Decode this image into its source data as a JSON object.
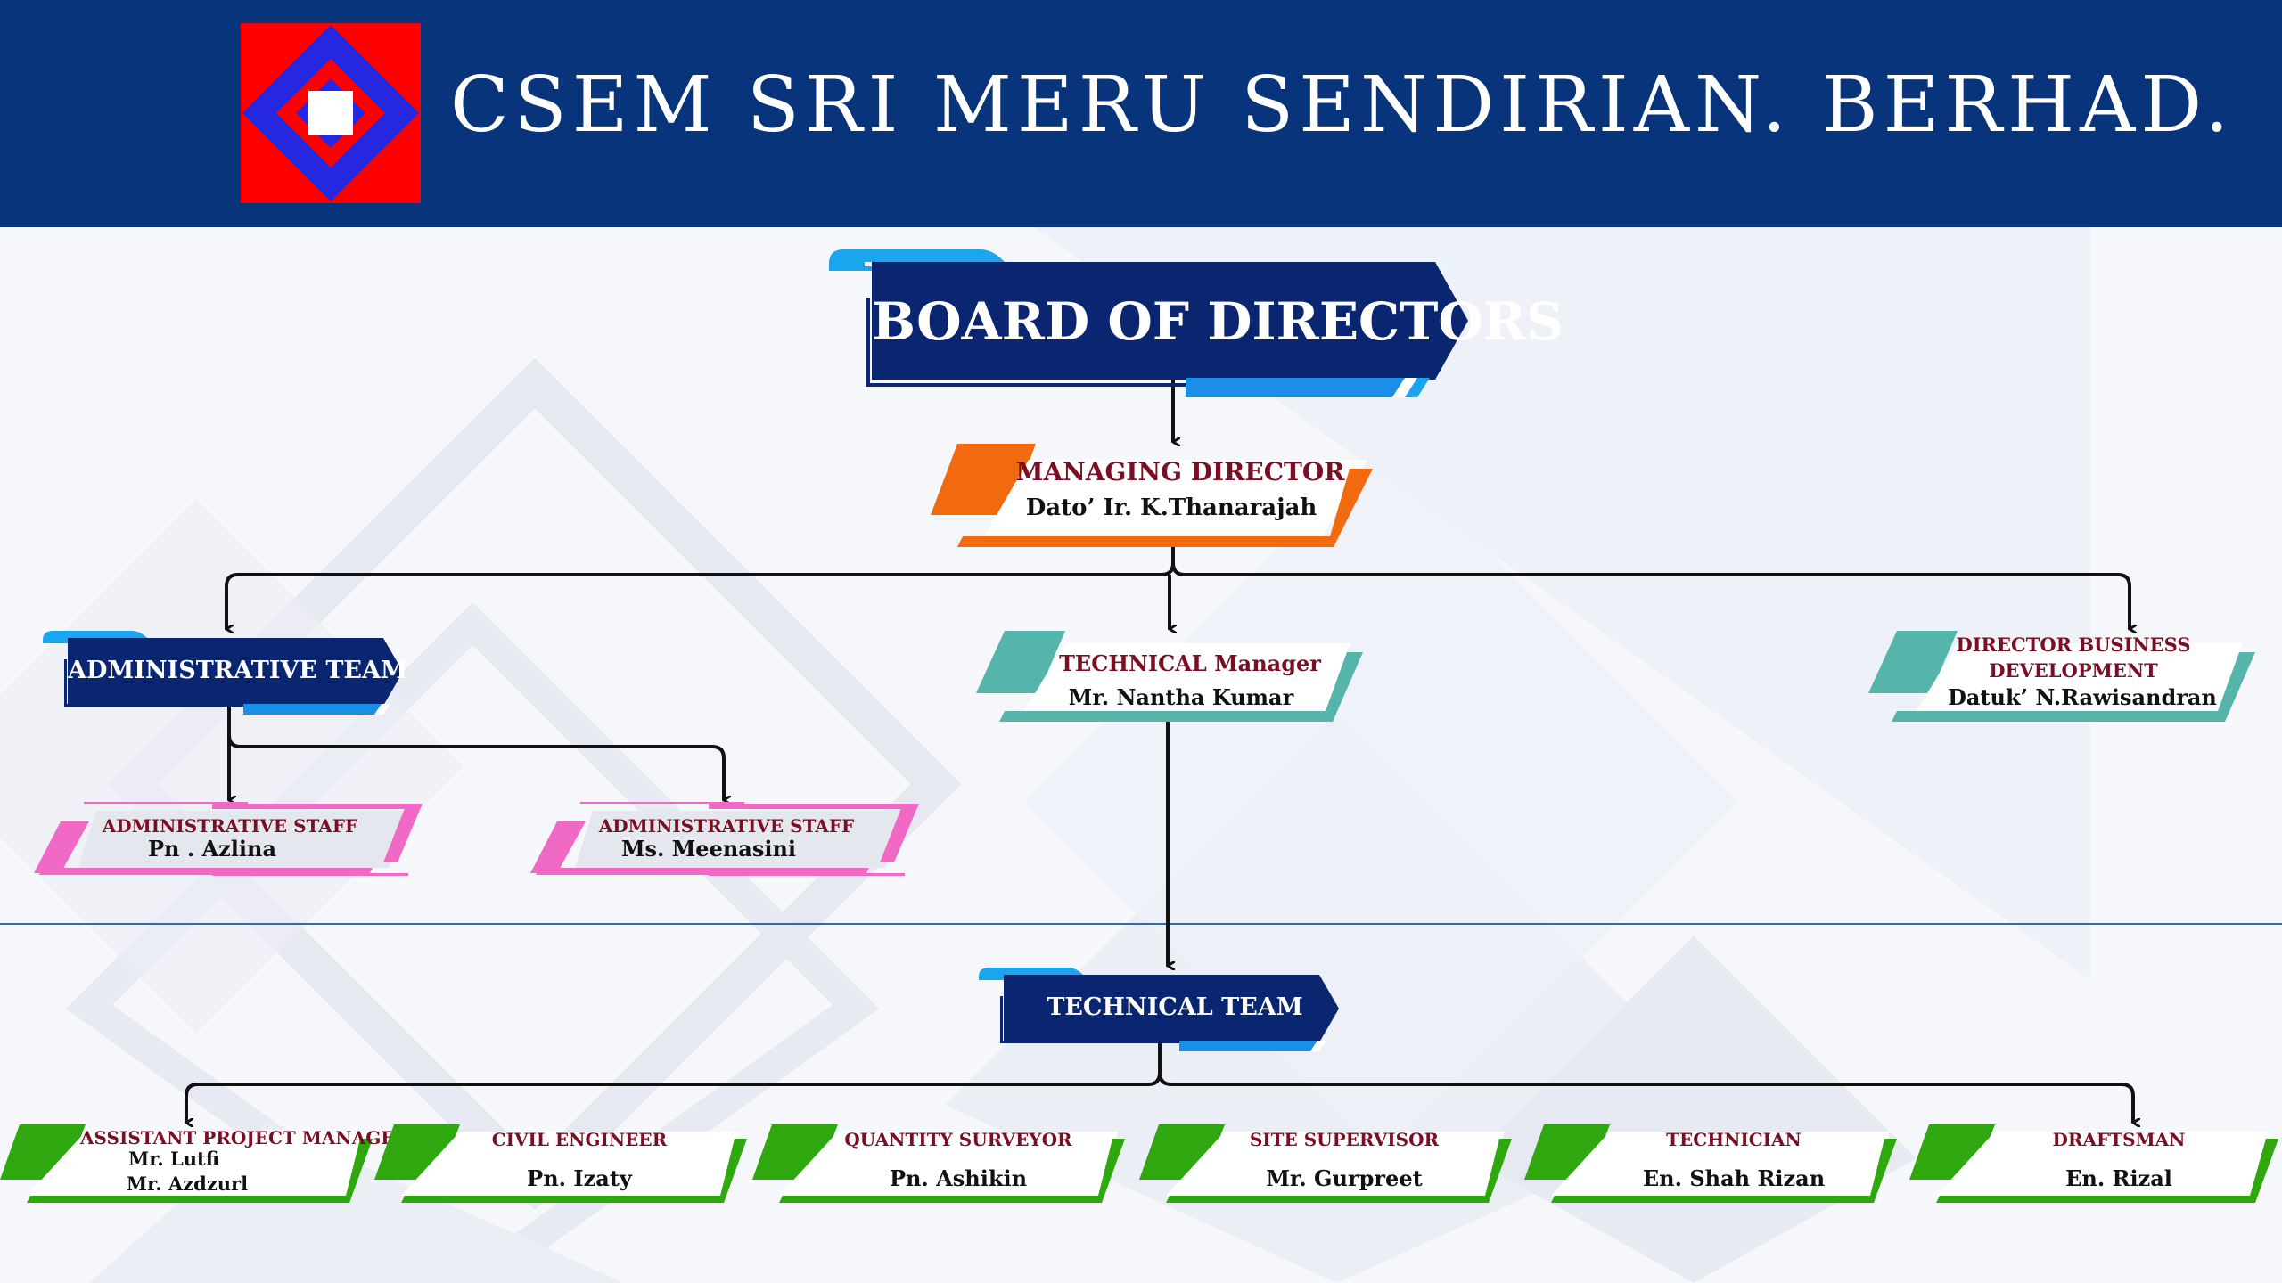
{
  "header": {
    "company": "CSEM SRI MERU SENDIRIAN. BERHAD."
  },
  "colors": {
    "header_bg": "#07347a",
    "navy": "#0b2670",
    "cyan": "#1aa6ee",
    "orange": "#f26a10",
    "teal": "#56b5aa",
    "pink": "#f06ac5",
    "green": "#2ea80e",
    "role_text": "#7a0f23"
  },
  "board": {
    "label": "BOARD OF DIRECTORS"
  },
  "managing_director": {
    "role": "MANAGING DIRECTOR",
    "name": "Dato’ Ir. K.Thanarajah"
  },
  "admin_team": {
    "label": "ADMINISTRATIVE TEAM"
  },
  "admin_staff": [
    {
      "role": "ADMINISTRATIVE  STAFF",
      "name": "Pn . Azlina"
    },
    {
      "role": "ADMINISTRATIVE  STAFF",
      "name": "Ms. Meenasini"
    }
  ],
  "technical_manager": {
    "role": "TECHNICAL Manager",
    "name": "Mr. Nantha Kumar"
  },
  "director_bd": {
    "role_line1": "DIRECTOR BUSINESS",
    "role_line2": "DEVELOPMENT",
    "name": "Datuk’ N.Rawisandran"
  },
  "technical_team": {
    "label": "TECHNICAL TEAM"
  },
  "technical_staff": [
    {
      "role": "ASSISTANT PROJECT MANAGER",
      "name": "Mr. Lutfi",
      "name2": "Mr. Azdzurl"
    },
    {
      "role": "CIVIL ENGINEER",
      "name": "Pn. Izaty"
    },
    {
      "role": "QUANTITY SURVEYOR",
      "name": "Pn. Ashikin"
    },
    {
      "role": "SITE  SUPERVISOR",
      "name": "Mr. Gurpreet"
    },
    {
      "role": "TECHNICIAN",
      "name": "En. Shah Rizan"
    },
    {
      "role": "DRAFTSMAN",
      "name": "En. Rizal"
    }
  ]
}
